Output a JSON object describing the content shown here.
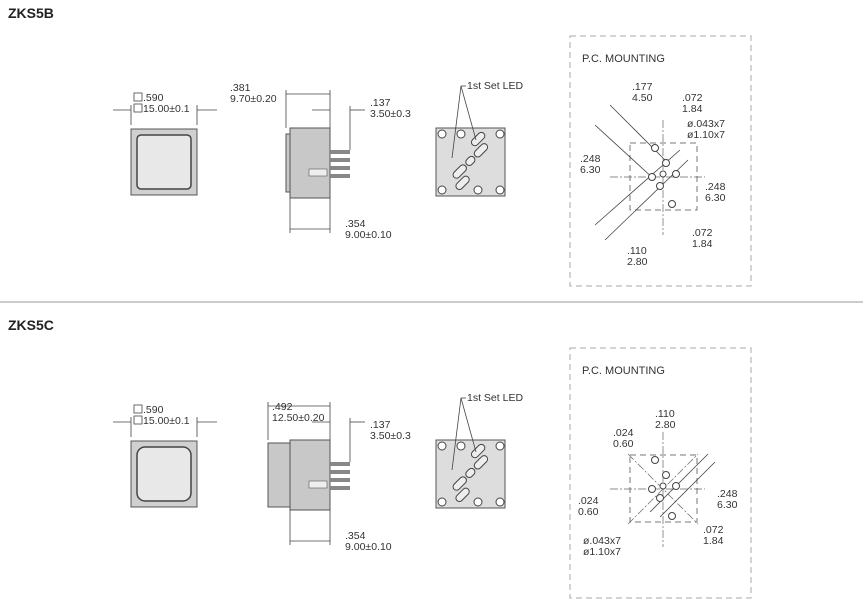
{
  "sections": [
    {
      "title": "ZKS5B",
      "front": {
        "dim_in": ".590",
        "dim_mm": "15.00±0.1"
      },
      "side": {
        "depth_in": ".381",
        "depth_mm": "9.70±0.20",
        "pin_in": ".137",
        "pin_mm": "3.50±0.3",
        "body_in": ".354",
        "body_mm": "9.00±0.10"
      },
      "back": {
        "led_label": "1st Set LED"
      },
      "mounting": {
        "title": "P.C. MOUNTING",
        "d1_in": ".177",
        "d1_mm": "4.50",
        "d2_in": ".072",
        "d2_mm": "1.84",
        "hole_in": "ø.043x7",
        "hole_mm": "ø1.10x7",
        "d3_in": ".248",
        "d3_mm": "6.30",
        "d4_in": ".248",
        "d4_mm": "6.30",
        "d5_in": ".072",
        "d5_mm": "1.84",
        "d6_in": ".110",
        "d6_mm": "2.80"
      }
    },
    {
      "title": "ZKS5C",
      "front": {
        "dim_in": ".590",
        "dim_mm": "15.00±0.1"
      },
      "side": {
        "depth_in": ".492",
        "depth_mm": "12.50±0.20",
        "pin_in": ".137",
        "pin_mm": "3.50±0.3",
        "body_in": ".354",
        "body_mm": "9.00±0.10"
      },
      "back": {
        "led_label": "1st Set LED"
      },
      "mounting": {
        "title": "P.C. MOUNTING",
        "d1_in": ".110",
        "d1_mm": "2.80",
        "d2_in": ".024",
        "d2_mm": "0.60",
        "d3_in": ".024",
        "d3_mm": "0.60",
        "d4_in": ".248",
        "d4_mm": "6.30",
        "hole_in": "ø.043x7",
        "hole_mm": "ø1.10x7",
        "d5_in": ".072",
        "d5_mm": "1.84"
      }
    }
  ]
}
